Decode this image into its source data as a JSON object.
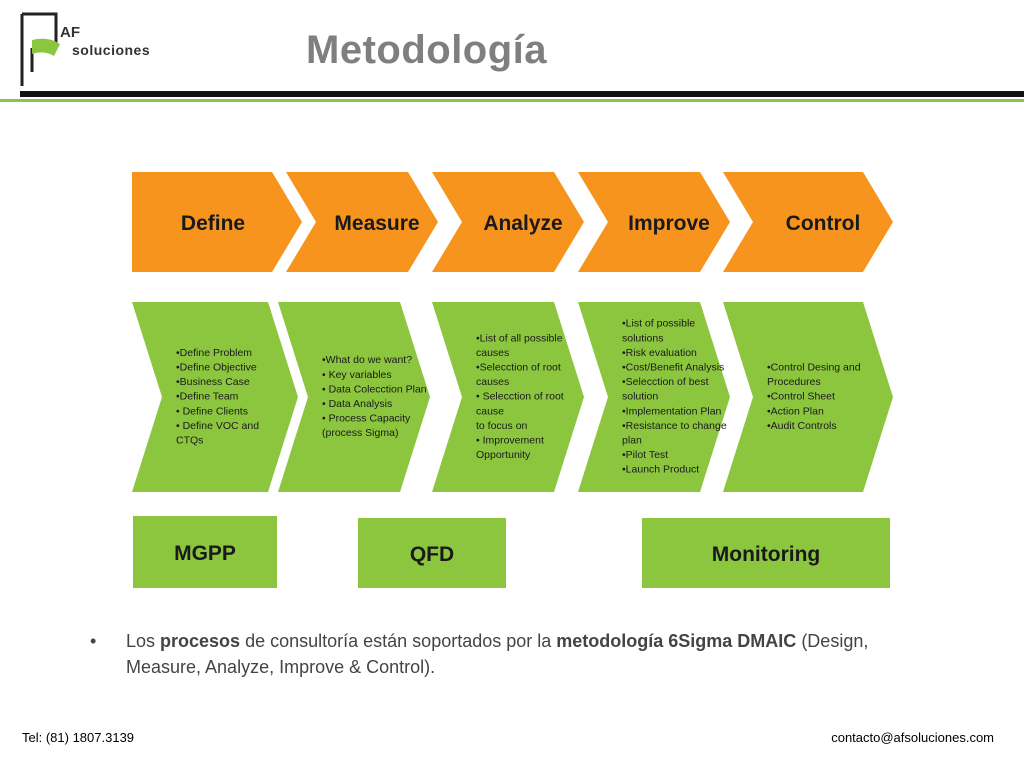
{
  "logo": {
    "line1": "AF",
    "line2": "soluciones"
  },
  "page_title": "Metodología",
  "colors": {
    "orange": "#f7941d",
    "green": "#8cc63f",
    "title_gray": "#7f7f7f"
  },
  "phases": [
    {
      "label": "Define",
      "items": [
        "•Define Problem",
        "•Define Objective",
        "•Business Case",
        "•Define Team",
        "• Define Clients",
        "• Define VOC and",
        "CTQs"
      ]
    },
    {
      "label": "Measure",
      "items": [
        "•What do we want?",
        "• Key variables",
        "• Data Colecction Plan",
        "•  Data Analysis",
        "• Process Capacity",
        "(process Sigma)"
      ]
    },
    {
      "label": "Analyze",
      "items": [
        "•List of all possible",
        "causes",
        "•Selecction of root",
        "causes",
        "• Selecction of root",
        "cause",
        "to focus on",
        "• Improvement",
        "Opportunity"
      ]
    },
    {
      "label": "Improve",
      "items": [
        "•List of possible",
        "solutions",
        "•Risk evaluation",
        "•Cost/Benefit Analysis",
        "•Selecction of best",
        "solution",
        "•Implementation Plan",
        "•Resistance to change",
        "plan",
        "•Pilot Test",
        "•Launch Product"
      ]
    },
    {
      "label": "Control",
      "items": [
        "•Control Desing and",
        "Procedures",
        "•Control Sheet",
        "•Action Plan",
        "•Audit Controls"
      ]
    }
  ],
  "tools": [
    "MGPP",
    "QFD",
    "Monitoring"
  ],
  "bullet": {
    "marker": "•",
    "t1": "Los ",
    "b1": "procesos",
    "t2": " de consultoría están soportados por la ",
    "b2": "metodología 6Sigma DMAIC",
    "t3": " (Design, Measure, Analyze, Improve & Control)."
  },
  "footer": {
    "phone": "Tel: (81) 1807.3139",
    "email": "contacto@afsoluciones.com"
  }
}
